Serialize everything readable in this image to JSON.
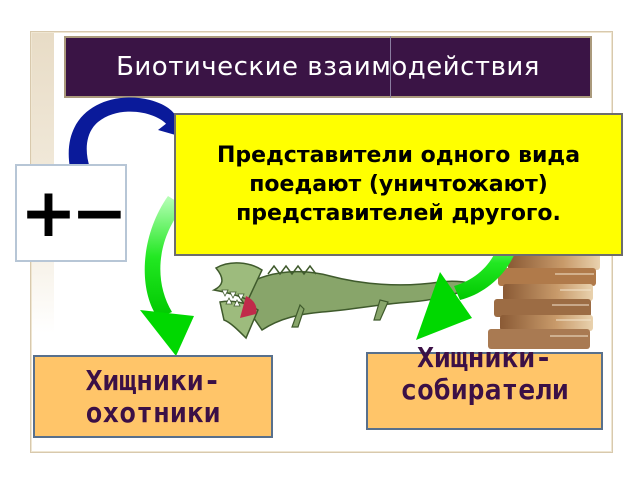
{
  "slide": {
    "title": "Биотические взаимодействия",
    "definition": "Представители одного вида поедают (уничтожают) представителей другого.",
    "sign": "+−",
    "label_left": "Хищники-охотники",
    "label_right": "Хищники-собиратели"
  },
  "colors": {
    "title_bg": "#3a1445",
    "definition_bg": "#ffff00",
    "label_bg": "#ffc569",
    "label_text": "#3b1046",
    "arrow_green": "#00dd00",
    "arrow_blue": "#0a1a9a"
  },
  "icons": [
    "curved-blue-arrow-icon",
    "curved-green-arrow-icon",
    "crocodile-clipart-icon",
    "book-stack-clipart-icon"
  ]
}
